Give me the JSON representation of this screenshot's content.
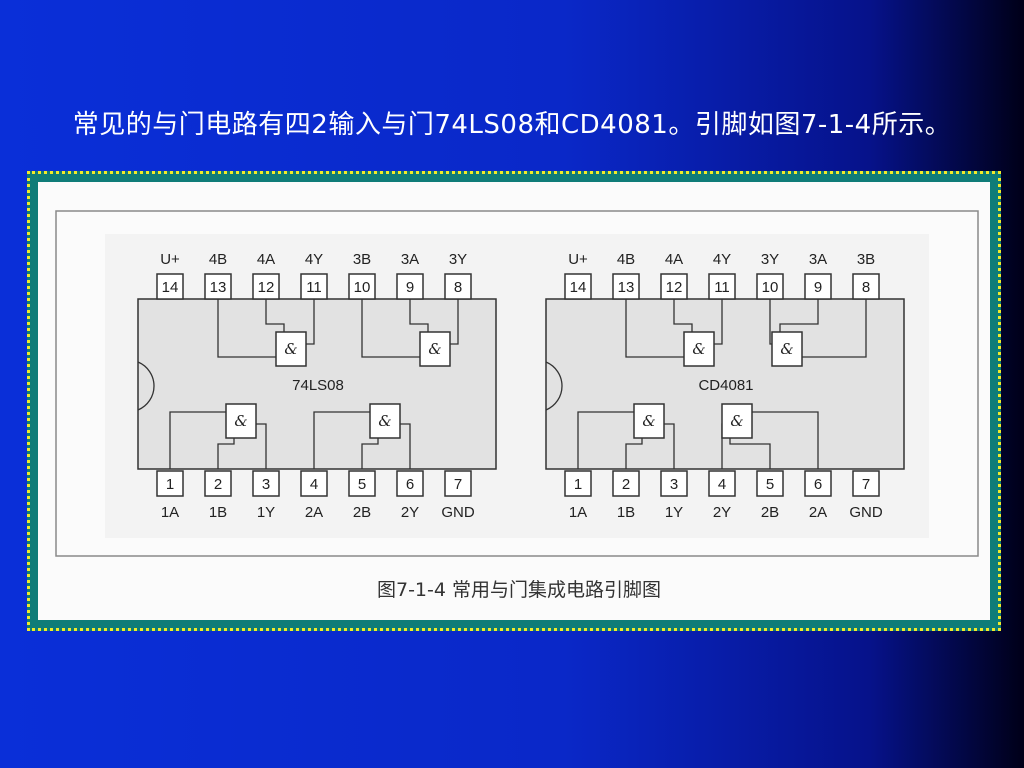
{
  "title": "常见的与门电路有四2输入与门74LS08和CD4081。引脚如图7-1-4所示。",
  "figure": {
    "caption": "图7-1-4  常用与门集成电路引脚图",
    "gate_symbol": "&",
    "chips": [
      {
        "name": "74LS08",
        "top_pins": [
          "14",
          "13",
          "12",
          "11",
          "10",
          "9",
          "8"
        ],
        "top_labels": [
          "U+",
          "4B",
          "4A",
          "4Y",
          "3B",
          "3A",
          "3Y"
        ],
        "bottom_pins": [
          "1",
          "2",
          "3",
          "4",
          "5",
          "6",
          "7"
        ],
        "bottom_labels": [
          "1A",
          "1B",
          "1Y",
          "2A",
          "2B",
          "2Y",
          "GND"
        ]
      },
      {
        "name": "CD4081",
        "top_pins": [
          "14",
          "13",
          "12",
          "11",
          "10",
          "9",
          "8"
        ],
        "top_labels": [
          "U+",
          "4B",
          "4A",
          "4Y",
          "3Y",
          "3A",
          "3B"
        ],
        "bottom_pins": [
          "1",
          "2",
          "3",
          "4",
          "5",
          "6",
          "7"
        ],
        "bottom_labels": [
          "1A",
          "1B",
          "1Y",
          "2Y",
          "2B",
          "2A",
          "GND"
        ]
      }
    ]
  }
}
